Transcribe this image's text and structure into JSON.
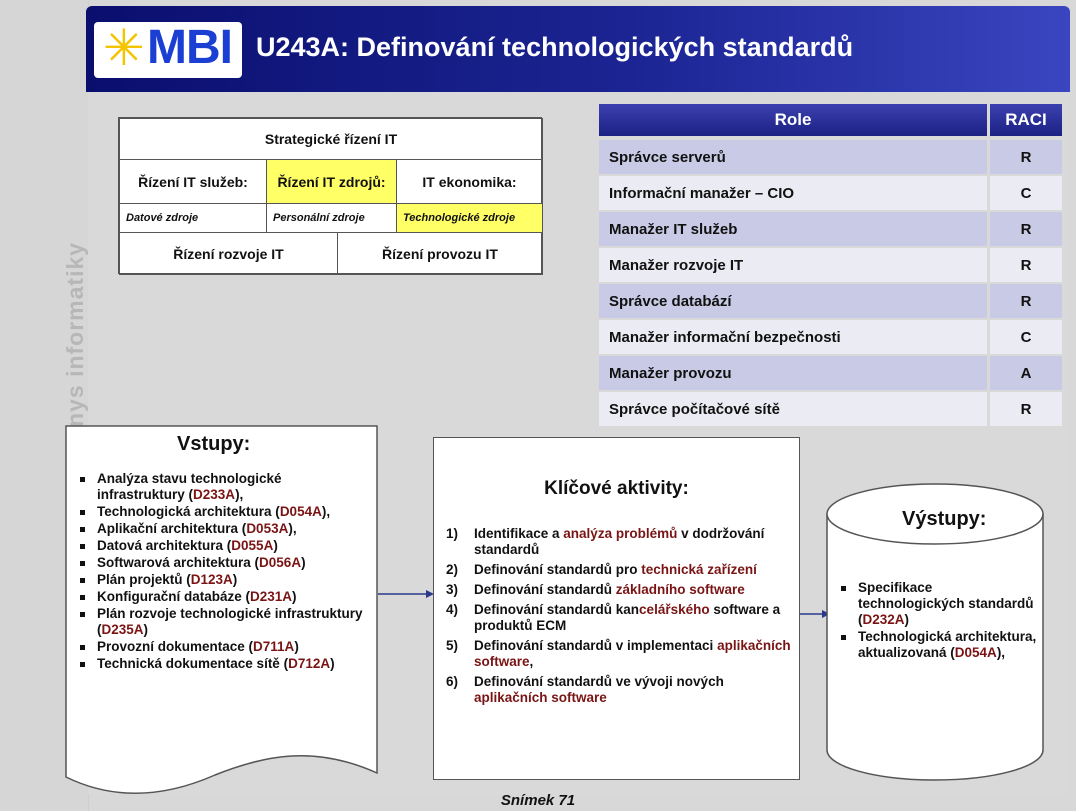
{
  "side_text": "MBI – Management byznys informatiky",
  "header": {
    "logo": "MBI",
    "title": "U243A: Definování technologických standardů"
  },
  "grid": {
    "top": "Strategické řízení IT",
    "row2": [
      "Řízení IT služeb:",
      "Řízení IT zdrojů:",
      "IT ekonomika:"
    ],
    "row3": [
      "Datové zdroje",
      "Personální zdroje",
      "Technologické zdroje"
    ],
    "row4": [
      "Řízení rozvoje IT",
      "Řízení provozu IT"
    ]
  },
  "raci": {
    "head_role": "Role",
    "head_raci": "RACI",
    "rows": [
      {
        "role": "Správce serverů",
        "value": "R"
      },
      {
        "role": "Informační manažer – CIO",
        "value": "C"
      },
      {
        "role": "Manažer IT služeb",
        "value": "R"
      },
      {
        "role": "Manažer rozvoje IT",
        "value": "R"
      },
      {
        "role": "Správce databází",
        "value": "R"
      },
      {
        "role": "Manažer informační bezpečnosti",
        "value": "C"
      },
      {
        "role": "Manažer provozu",
        "value": "A"
      },
      {
        "role": "Správce počítačové sítě",
        "value": "R"
      }
    ]
  },
  "inputs": {
    "title": "Vstupy:",
    "items": [
      {
        "text": "Analýza stavu technologické infrastruktury (",
        "code": "D233A",
        "tail": "),"
      },
      {
        "text": "Technologická architektura (",
        "code": "D054A",
        "tail": "),"
      },
      {
        "text": "Aplikační architektura (",
        "code": "D053A",
        "tail": "),"
      },
      {
        "text": "Datová architektura (",
        "code": "D055A",
        "tail": ")"
      },
      {
        "text": "Softwarová architektura (",
        "code": "D056A",
        "tail": ")"
      },
      {
        "text": "Plán projektů (",
        "code": "D123A",
        "tail": ")"
      },
      {
        "text": "Konfigurační databáze (",
        "code": "D231A",
        "tail": ")"
      },
      {
        "text": "Plán rozvoje technologické infrastruktury (",
        "code": "D235A",
        "tail": ")"
      },
      {
        "text": "Provozní dokumentace (",
        "code": "D711A",
        "tail": ")"
      },
      {
        "text": "Technická dokumentace sítě (",
        "code": "D712A",
        "tail": ")"
      }
    ]
  },
  "activities": {
    "title": "Klíčové aktivity:",
    "items": [
      {
        "num": "1)",
        "a": "Identifikace a ",
        "b": "analýza problémů",
        "c": " v dodržování standardů"
      },
      {
        "num": "2)",
        "a": "Definování standardů pro ",
        "b": "technická zařízení",
        "c": ""
      },
      {
        "num": "3)",
        "a": "Definování standardů ",
        "b": "základního software",
        "c": ""
      },
      {
        "num": "4)",
        "a": "Definování standardů kan",
        "b": "celářského",
        "c": " software a produktů ECM"
      },
      {
        "num": "5)",
        "a": "Definování standardů v implementaci ",
        "b": "aplikačních software",
        "c": ","
      },
      {
        "num": "6)",
        "a": "Definování standardů ve vývoji nových ",
        "b": "aplikačních software",
        "c": ""
      }
    ]
  },
  "outputs": {
    "title": "Výstupy:",
    "items": [
      {
        "text": "Specifikace technologických standardů (",
        "code": "D232A",
        "tail": ")"
      },
      {
        "text": "Technologická architektura, aktualizovaná (",
        "code": "D054A",
        "tail": "),"
      }
    ]
  },
  "footer": "Snímek 71",
  "colors": {
    "header_dark": "#0a0f6e",
    "raci_head": "#2a2f9a",
    "raci_shade": "#c9cbe6",
    "highlight": "#ffff66",
    "code": "#7a1414"
  }
}
